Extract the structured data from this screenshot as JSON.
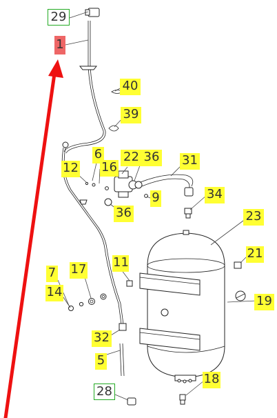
{
  "callouts": [
    {
      "id": "l29",
      "text": "29",
      "style": "green"
    },
    {
      "id": "l1",
      "text": "1",
      "style": "red"
    },
    {
      "id": "l40",
      "text": "40",
      "style": "yellow"
    },
    {
      "id": "l39",
      "text": "39",
      "style": "yellow"
    },
    {
      "id": "l6",
      "text": "6",
      "style": "yellow"
    },
    {
      "id": "l22",
      "text": "22",
      "style": "yellow"
    },
    {
      "id": "l36a",
      "text": "36",
      "style": "yellow"
    },
    {
      "id": "l31",
      "text": "31",
      "style": "yellow"
    },
    {
      "id": "l12",
      "text": "12",
      "style": "yellow"
    },
    {
      "id": "l16",
      "text": "16",
      "style": "yellow"
    },
    {
      "id": "l9",
      "text": "9",
      "style": "yellow"
    },
    {
      "id": "l34",
      "text": "34",
      "style": "yellow"
    },
    {
      "id": "l36b",
      "text": "36",
      "style": "yellow"
    },
    {
      "id": "l23",
      "text": "23",
      "style": "yellow"
    },
    {
      "id": "l11",
      "text": "11",
      "style": "yellow"
    },
    {
      "id": "l21",
      "text": "21",
      "style": "yellow"
    },
    {
      "id": "l7",
      "text": "7",
      "style": "yellow"
    },
    {
      "id": "l17",
      "text": "17",
      "style": "yellow"
    },
    {
      "id": "l14",
      "text": "14",
      "style": "yellow"
    },
    {
      "id": "l19",
      "text": "19",
      "style": "yellow"
    },
    {
      "id": "l32",
      "text": "32",
      "style": "yellow"
    },
    {
      "id": "l5",
      "text": "5",
      "style": "yellow"
    },
    {
      "id": "l18",
      "text": "18",
      "style": "yellow"
    },
    {
      "id": "l28",
      "text": "28",
      "style": "green"
    }
  ],
  "colors": {
    "highlight_yellow": "#ffff33",
    "frame_green": "#22aa22",
    "selected_red": "#ee6666",
    "arrow_red": "#ee1111"
  }
}
